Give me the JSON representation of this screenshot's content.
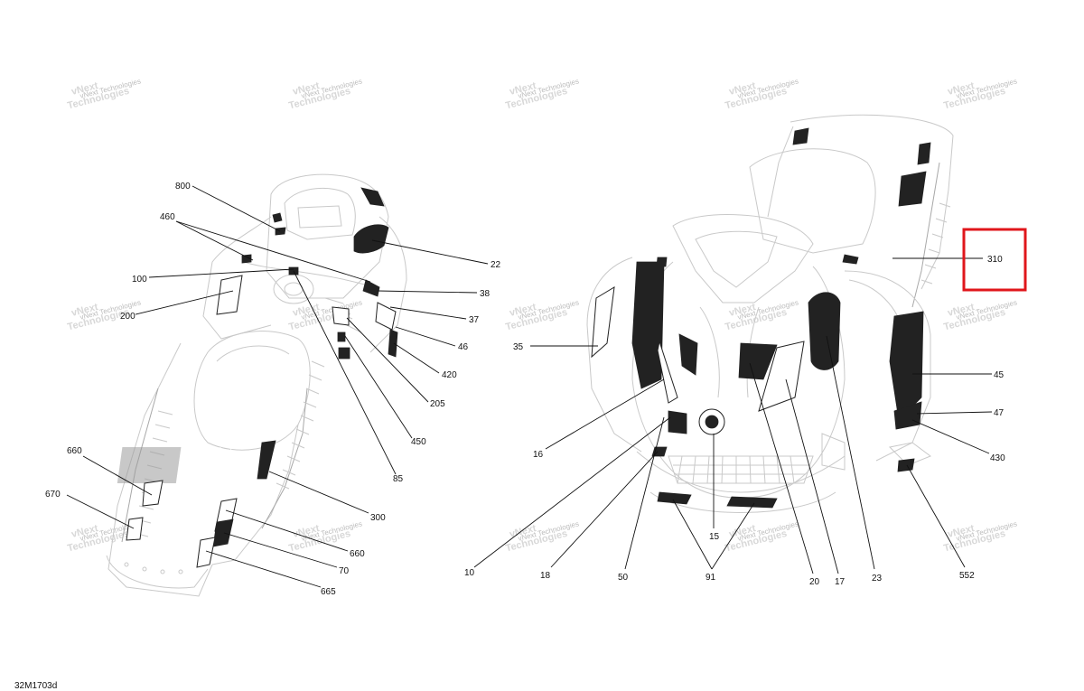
{
  "drawing_id": "32M1703d",
  "watermark": {
    "line1": "vNext",
    "line2": "Technologies",
    "full": "vNext Technologies"
  },
  "highlight_color": "#e0161b",
  "callouts": {
    "c800": "800",
    "c460": "460",
    "c100": "100",
    "c200": "200",
    "c22": "22",
    "c38": "38",
    "c37": "37",
    "c46": "46",
    "c420": "420",
    "c205": "205",
    "c450": "450",
    "c85": "85",
    "c660a": "660",
    "c670": "670",
    "c300": "300",
    "c660b": "660",
    "c70": "70",
    "c665": "665",
    "c35": "35",
    "c16": "16",
    "c10": "10",
    "c18": "18",
    "c50": "50",
    "c15": "15",
    "c91": "91",
    "c20": "20",
    "c17": "17",
    "c23": "23",
    "c310": "310",
    "c45": "45",
    "c47": "47",
    "c430": "430",
    "c552": "552"
  }
}
